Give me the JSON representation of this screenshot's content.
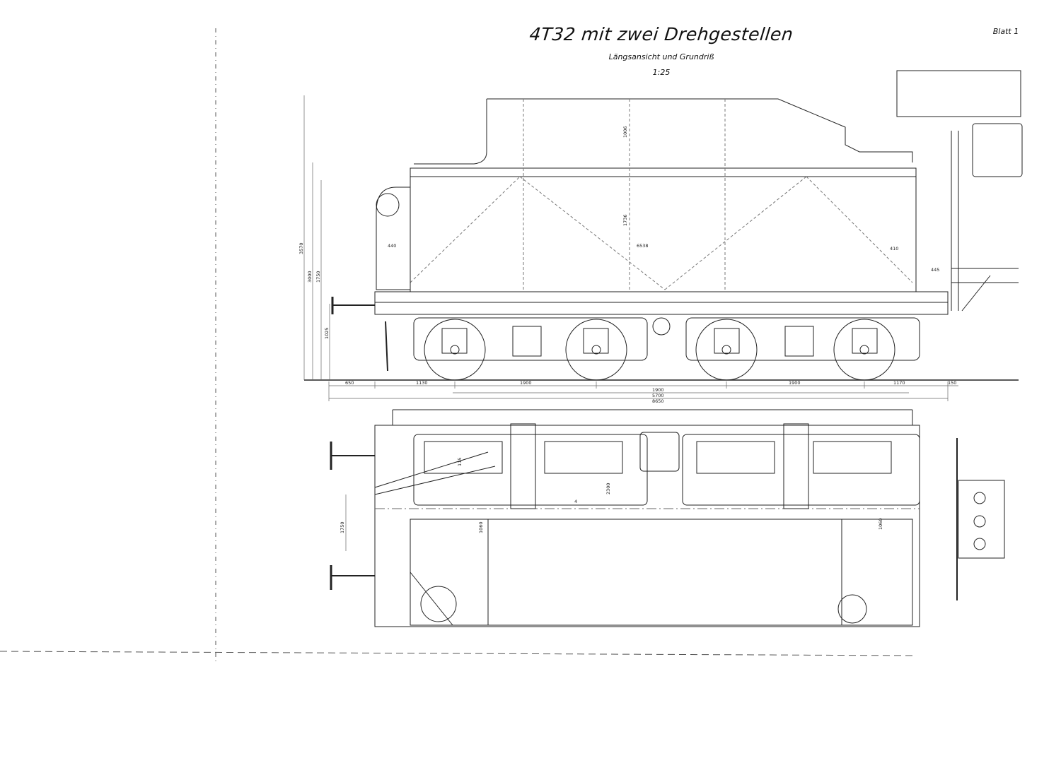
{
  "drawing": {
    "title": "4T32 mit zwei Drehgestellen",
    "subtitle": "Längsansicht und Grundriß",
    "scale": "1:25",
    "sheet": "Blatt 1"
  },
  "side_view": {
    "bottom_dimensions": [
      "650",
      "1130",
      "1900",
      "1900",
      "1900",
      "1170",
      "150",
      "5700",
      "8650"
    ],
    "height_dimensions": [
      "3570",
      "3000",
      "1750",
      "1025"
    ],
    "interior_dimensions": [
      "6538",
      "1006",
      "1736",
      "440",
      "410",
      "445"
    ]
  },
  "plan_view": {
    "dimensions": [
      "1750",
      "2300",
      "1060",
      "1060",
      "115",
      "4"
    ]
  }
}
